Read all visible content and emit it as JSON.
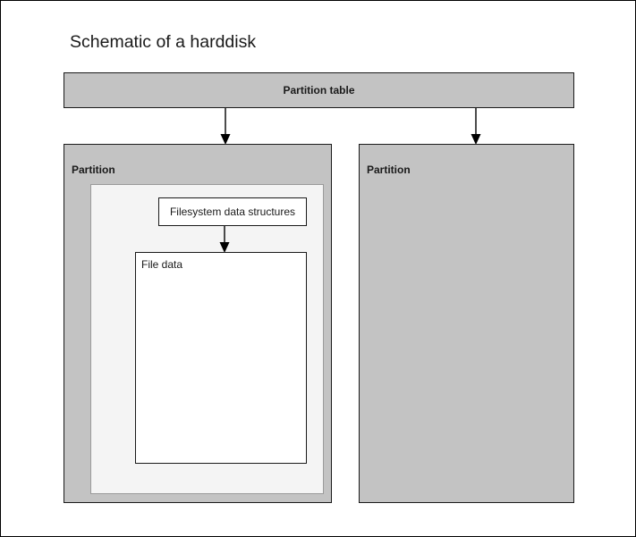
{
  "diagram": {
    "title": "Schematic of a harddisk",
    "type": "block-diagram",
    "colors": {
      "page_background": "#ffffff",
      "page_border": "#000000",
      "block_fill_gray": "#c3c3c3",
      "block_fill_light": "#f4f4f4",
      "block_fill_white": "#ffffff",
      "stroke": "#1a1a1a",
      "text": "#1a1a1a"
    },
    "nodes": {
      "partition_table": {
        "label": "Partition table",
        "label_align": "center",
        "bold": true
      },
      "partition_left": {
        "label": "Partition",
        "label_align": "left",
        "bold": true
      },
      "partition_right": {
        "label": "Partition",
        "label_align": "left",
        "bold": true
      },
      "filesystem_area": {
        "label": "",
        "label_align": "none",
        "bold": false
      },
      "filesystem_data_structures": {
        "label": "Filesystem data structures",
        "label_align": "center",
        "bold": false
      },
      "file_data": {
        "label": "File data",
        "label_align": "top-left",
        "bold": false
      }
    },
    "edges": [
      {
        "from": "partition_table",
        "to": "partition_left",
        "style": "solid-arrow"
      },
      {
        "from": "partition_table",
        "to": "partition_right",
        "style": "solid-arrow"
      },
      {
        "from": "filesystem_data_structures",
        "to": "file_data",
        "style": "solid-arrow"
      }
    ]
  }
}
